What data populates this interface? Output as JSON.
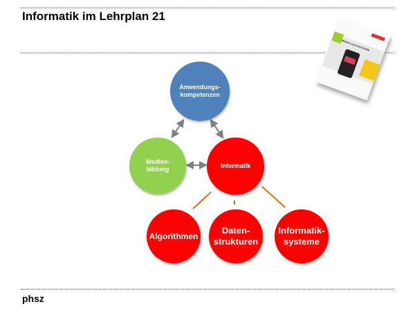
{
  "header": {
    "title": "Informatik im Lehrplan 21"
  },
  "footer": {
    "logo_text": "phsz"
  },
  "diagram": {
    "nodes": {
      "anwendung": "Anwendungs-\nkompetenzen",
      "medien": "Medien-\nbildung",
      "informatik": "Informatik",
      "algorithmen": "Algorithmen",
      "daten": "Daten-\nstrukturen",
      "systeme": "Informatik-\nsysteme"
    },
    "colors": {
      "blue": "#4f81bd",
      "green": "#92d050",
      "red": "#ff0000",
      "arrow": "#808080",
      "connector": "#e36c09"
    }
  },
  "cover_image": {
    "title_text": "Medien und Informatik"
  }
}
